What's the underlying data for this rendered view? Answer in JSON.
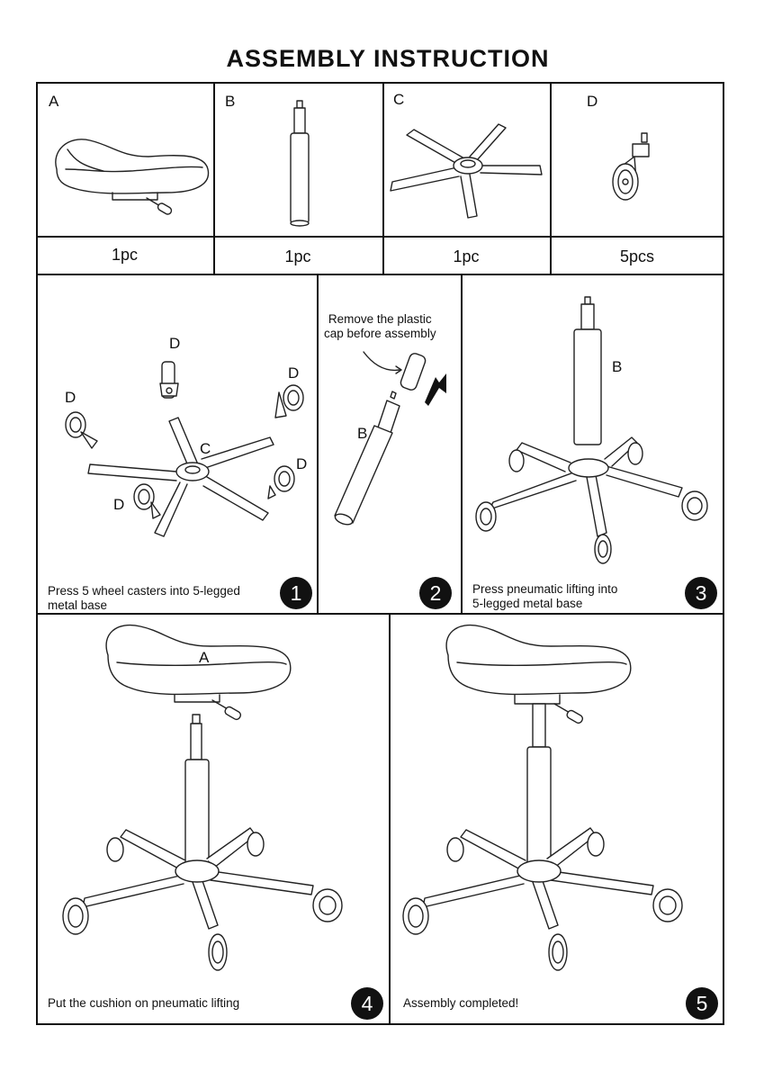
{
  "title": "ASSEMBLY INSTRUCTION",
  "parts": [
    {
      "letter": "A",
      "qty": "1pc",
      "icon": "saddle-seat"
    },
    {
      "letter": "B",
      "qty": "1pc",
      "icon": "gas-cylinder"
    },
    {
      "letter": "C",
      "qty": "1pc",
      "icon": "five-star-base"
    },
    {
      "letter": "D",
      "qty": "5pcs",
      "icon": "caster-wheel"
    }
  ],
  "steps": [
    {
      "number": "1",
      "caption": "Press 5 wheel casters into 5-legged\nmetal base",
      "labels": {
        "caster": "D",
        "base": "C"
      }
    },
    {
      "number": "2",
      "caption": "",
      "note": "Remove the plastic\ncap before assembly",
      "labels": {
        "cylinder": "B"
      }
    },
    {
      "number": "3",
      "caption": "Press pneumatic lifting into\n5-legged metal base",
      "labels": {
        "cylinder": "B"
      }
    },
    {
      "number": "4",
      "caption": "Put the cushion on pneumatic lifting",
      "labels": {
        "seat": "A"
      }
    },
    {
      "number": "5",
      "caption": "Assembly completed!",
      "labels": {}
    }
  ]
}
